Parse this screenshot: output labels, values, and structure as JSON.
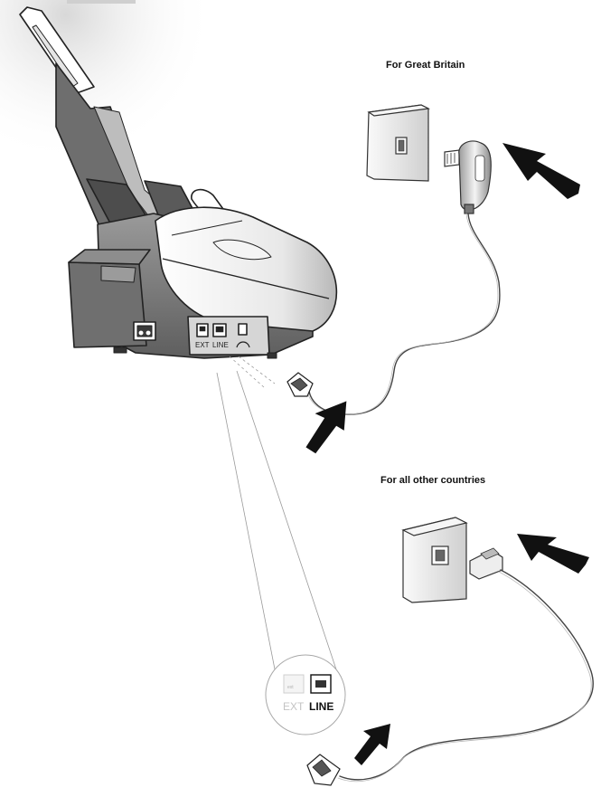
{
  "labels": {
    "great_britain": "For Great Britain",
    "other_countries": "For all other countries"
  },
  "ports": {
    "ext": "EXT",
    "line": "LINE"
  },
  "zoom": {
    "ext": "EXT",
    "line": "LINE",
    "jack_tiny": "ext"
  },
  "colors": {
    "outline": "#222222",
    "arrow": "#111111",
    "body_dark": "#7a7a7a",
    "body_light": "#dcdcdc",
    "wall_plate": "#e4e4e4",
    "cable": "#555555"
  },
  "icons": [
    "power-socket-icon",
    "handset-icon",
    "phone-jack-icon",
    "insert-arrow-icon"
  ]
}
